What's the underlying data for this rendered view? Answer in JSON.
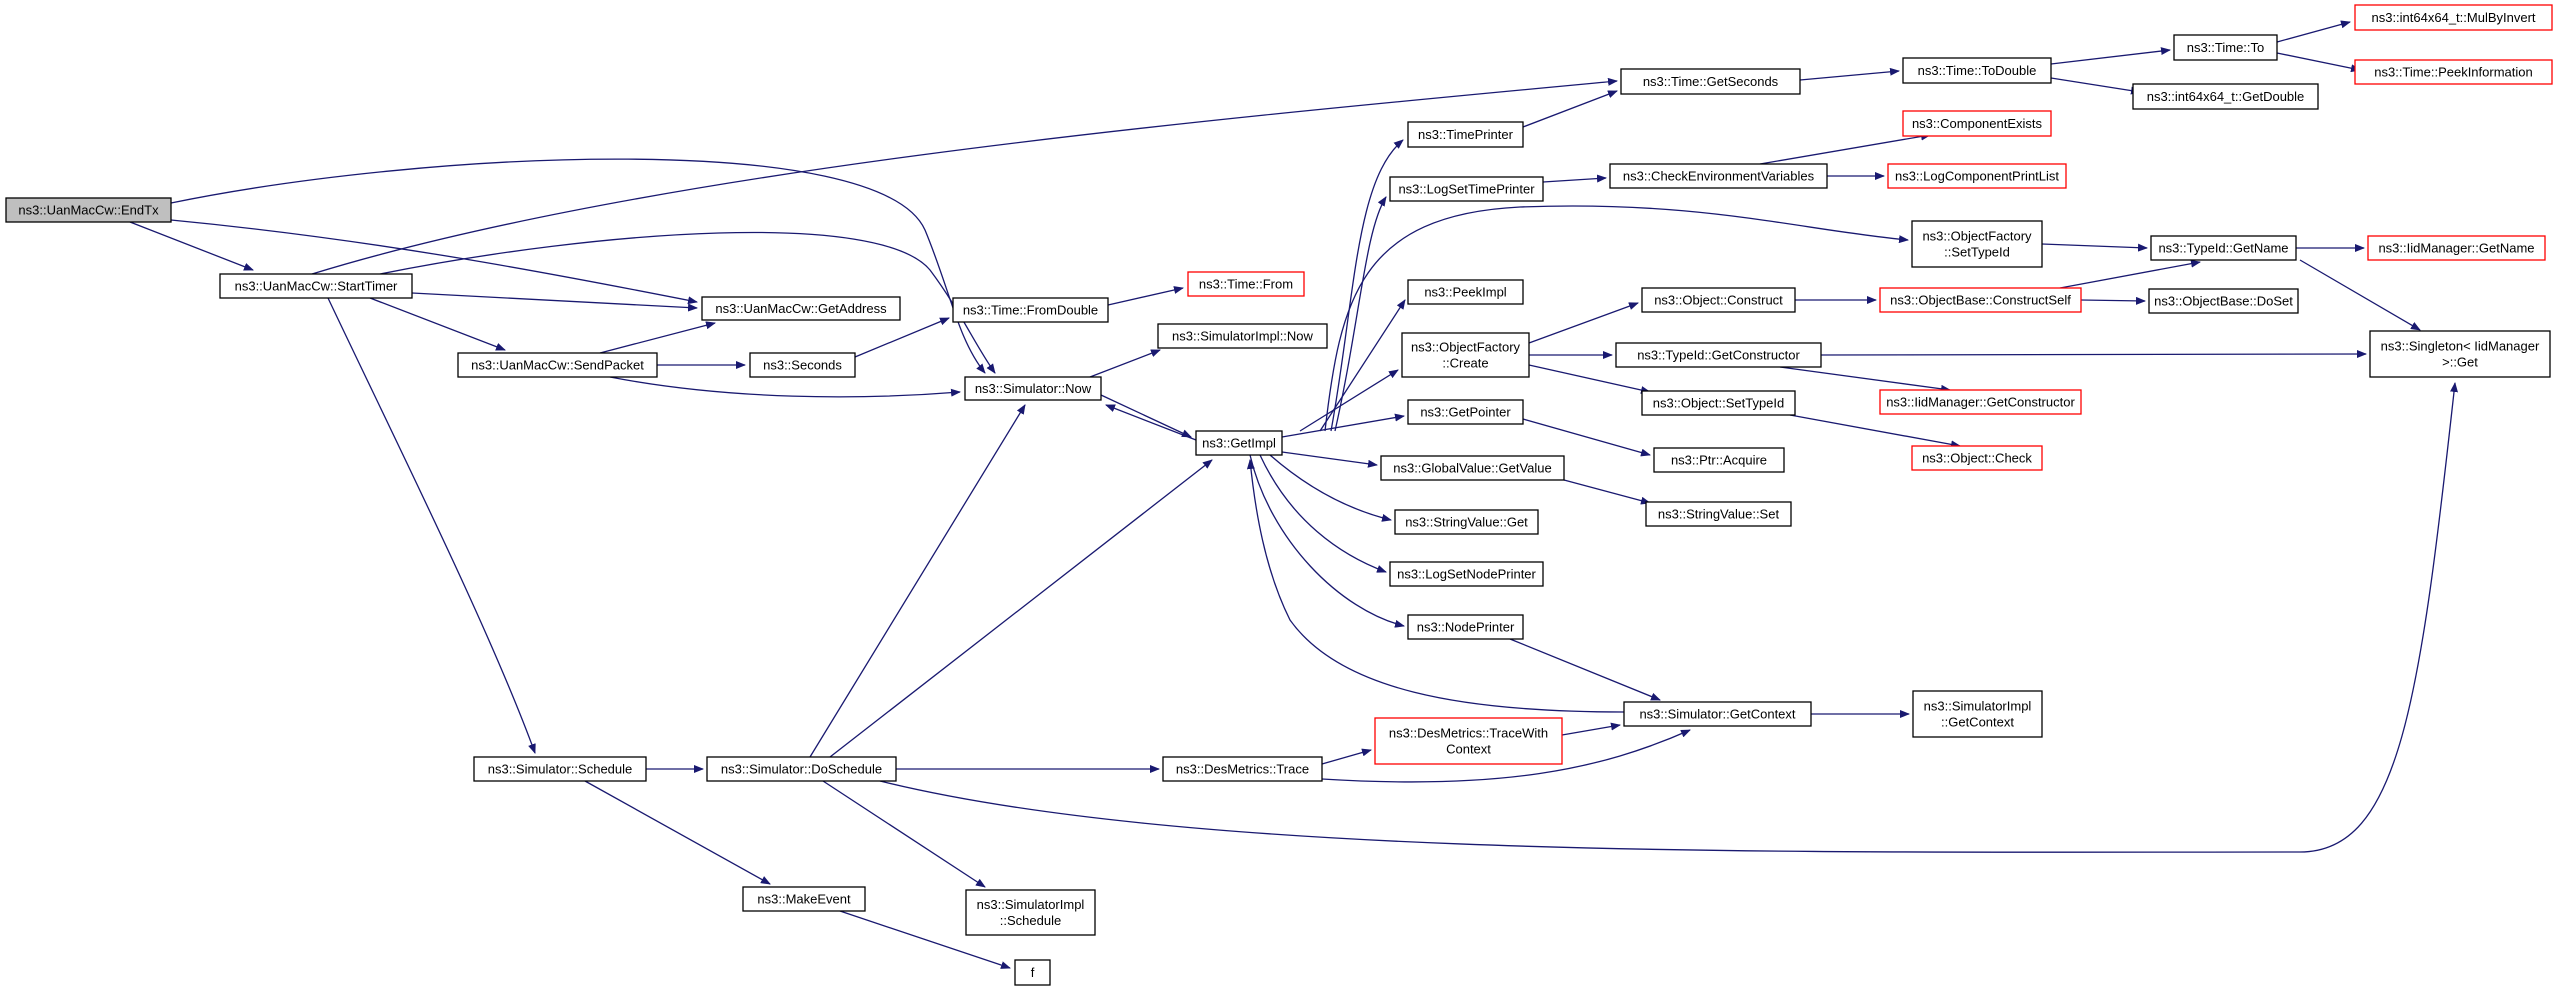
{
  "colors": {
    "edge": "#191970",
    "node_border": "#000000",
    "missing_doc_border": "#ff0000",
    "root_fill": "#bfbfbf"
  },
  "nodes": [
    {
      "id": "endtx",
      "lines": [
        "ns3::UanMacCw::EndTx"
      ],
      "kind": "root"
    },
    {
      "id": "starttimer",
      "lines": [
        "ns3::UanMacCw::StartTimer"
      ],
      "kind": "normal"
    },
    {
      "id": "getaddress",
      "lines": [
        "ns3::UanMacCw::GetAddress"
      ],
      "kind": "normal"
    },
    {
      "id": "sendpacket",
      "lines": [
        "ns3::UanMacCw::SendPacket"
      ],
      "kind": "normal"
    },
    {
      "id": "seconds",
      "lines": [
        "ns3::Seconds"
      ],
      "kind": "normal"
    },
    {
      "id": "simnow",
      "lines": [
        "ns3::Simulator::Now"
      ],
      "kind": "normal"
    },
    {
      "id": "fromdouble",
      "lines": [
        "ns3::Time::FromDouble"
      ],
      "kind": "normal"
    },
    {
      "id": "timefrom",
      "lines": [
        "ns3::Time::From"
      ],
      "kind": "red"
    },
    {
      "id": "simimplnow",
      "lines": [
        "ns3::SimulatorImpl::Now"
      ],
      "kind": "normal"
    },
    {
      "id": "getimpl",
      "lines": [
        "ns3::GetImpl"
      ],
      "kind": "normal"
    },
    {
      "id": "timeprinter",
      "lines": [
        "ns3::TimePrinter"
      ],
      "kind": "normal"
    },
    {
      "id": "logsettimeprinter",
      "lines": [
        "ns3::LogSetTimePrinter"
      ],
      "kind": "normal"
    },
    {
      "id": "peekimpl",
      "lines": [
        "ns3::PeekImpl"
      ],
      "kind": "normal"
    },
    {
      "id": "objfactorycreate",
      "lines": [
        "ns3::ObjectFactory",
        "::Create"
      ],
      "kind": "normal"
    },
    {
      "id": "getpointer",
      "lines": [
        "ns3::GetPointer"
      ],
      "kind": "normal"
    },
    {
      "id": "globalvaluegetvalue",
      "lines": [
        "ns3::GlobalValue::GetValue"
      ],
      "kind": "normal"
    },
    {
      "id": "stringvalueget",
      "lines": [
        "ns3::StringValue::Get"
      ],
      "kind": "normal"
    },
    {
      "id": "logsetnodeprinter",
      "lines": [
        "ns3::LogSetNodePrinter"
      ],
      "kind": "normal"
    },
    {
      "id": "nodeprinter",
      "lines": [
        "ns3::NodePrinter"
      ],
      "kind": "normal"
    },
    {
      "id": "getseconds",
      "lines": [
        "ns3::Time::GetSeconds"
      ],
      "kind": "normal"
    },
    {
      "id": "todouble",
      "lines": [
        "ns3::Time::ToDouble"
      ],
      "kind": "normal"
    },
    {
      "id": "timeto",
      "lines": [
        "ns3::Time::To"
      ],
      "kind": "normal"
    },
    {
      "id": "mulbyinvert",
      "lines": [
        "ns3::int64x64_t::MulByInvert"
      ],
      "kind": "red"
    },
    {
      "id": "peekinformation",
      "lines": [
        "ns3::Time::PeekInformation"
      ],
      "kind": "red"
    },
    {
      "id": "getdouble",
      "lines": [
        "ns3::int64x64_t::GetDouble"
      ],
      "kind": "normal"
    },
    {
      "id": "checkenv",
      "lines": [
        "ns3::CheckEnvironmentVariables"
      ],
      "kind": "normal"
    },
    {
      "id": "componentexists",
      "lines": [
        "ns3::ComponentExists"
      ],
      "kind": "red"
    },
    {
      "id": "logcomponentprintlist",
      "lines": [
        "ns3::LogComponentPrintList"
      ],
      "kind": "red"
    },
    {
      "id": "objfactorysettypeid",
      "lines": [
        "ns3::ObjectFactory",
        "::SetTypeId"
      ],
      "kind": "normal"
    },
    {
      "id": "typeidgetname",
      "lines": [
        "ns3::TypeId::GetName"
      ],
      "kind": "normal"
    },
    {
      "id": "iidmanagergetname",
      "lines": [
        "ns3::IidManager::GetName"
      ],
      "kind": "red"
    },
    {
      "id": "objectconstruct",
      "lines": [
        "ns3::Object::Construct"
      ],
      "kind": "normal"
    },
    {
      "id": "constructself",
      "lines": [
        "ns3::ObjectBase::ConstructSelf"
      ],
      "kind": "red"
    },
    {
      "id": "doset",
      "lines": [
        "ns3::ObjectBase::DoSet"
      ],
      "kind": "normal"
    },
    {
      "id": "getconstructor",
      "lines": [
        "ns3::TypeId::GetConstructor"
      ],
      "kind": "normal"
    },
    {
      "id": "singletonget",
      "lines": [
        "ns3::Singleton< IidManager",
        ">::Get"
      ],
      "kind": "normal"
    },
    {
      "id": "iidgetconstructor",
      "lines": [
        "ns3::IidManager::GetConstructor"
      ],
      "kind": "red"
    },
    {
      "id": "objectsettypeid",
      "lines": [
        "ns3::Object::SetTypeId"
      ],
      "kind": "normal"
    },
    {
      "id": "objectcheck",
      "lines": [
        "ns3::Object::Check"
      ],
      "kind": "red"
    },
    {
      "id": "ptracquire",
      "lines": [
        "ns3::Ptr::Acquire"
      ],
      "kind": "normal"
    },
    {
      "id": "stringvalueset",
      "lines": [
        "ns3::StringValue::Set"
      ],
      "kind": "normal"
    },
    {
      "id": "getcontext",
      "lines": [
        "ns3::Simulator::GetContext"
      ],
      "kind": "normal"
    },
    {
      "id": "simimplgetcontext",
      "lines": [
        "ns3::SimulatorImpl",
        "::GetContext"
      ],
      "kind": "normal"
    },
    {
      "id": "tracewithcontext",
      "lines": [
        "ns3::DesMetrics::TraceWith",
        "Context"
      ],
      "kind": "red"
    },
    {
      "id": "desmetricstrace",
      "lines": [
        "ns3::DesMetrics::Trace"
      ],
      "kind": "normal"
    },
    {
      "id": "simschedule",
      "lines": [
        "ns3::Simulator::Schedule"
      ],
      "kind": "normal"
    },
    {
      "id": "doschedule",
      "lines": [
        "ns3::Simulator::DoSchedule"
      ],
      "kind": "normal"
    },
    {
      "id": "makeevent",
      "lines": [
        "ns3::MakeEvent"
      ],
      "kind": "normal"
    },
    {
      "id": "simimplschedule",
      "lines": [
        "ns3::SimulatorImpl",
        "::Schedule"
      ],
      "kind": "normal"
    },
    {
      "id": "f",
      "lines": [
        "f"
      ],
      "kind": "normal"
    }
  ]
}
